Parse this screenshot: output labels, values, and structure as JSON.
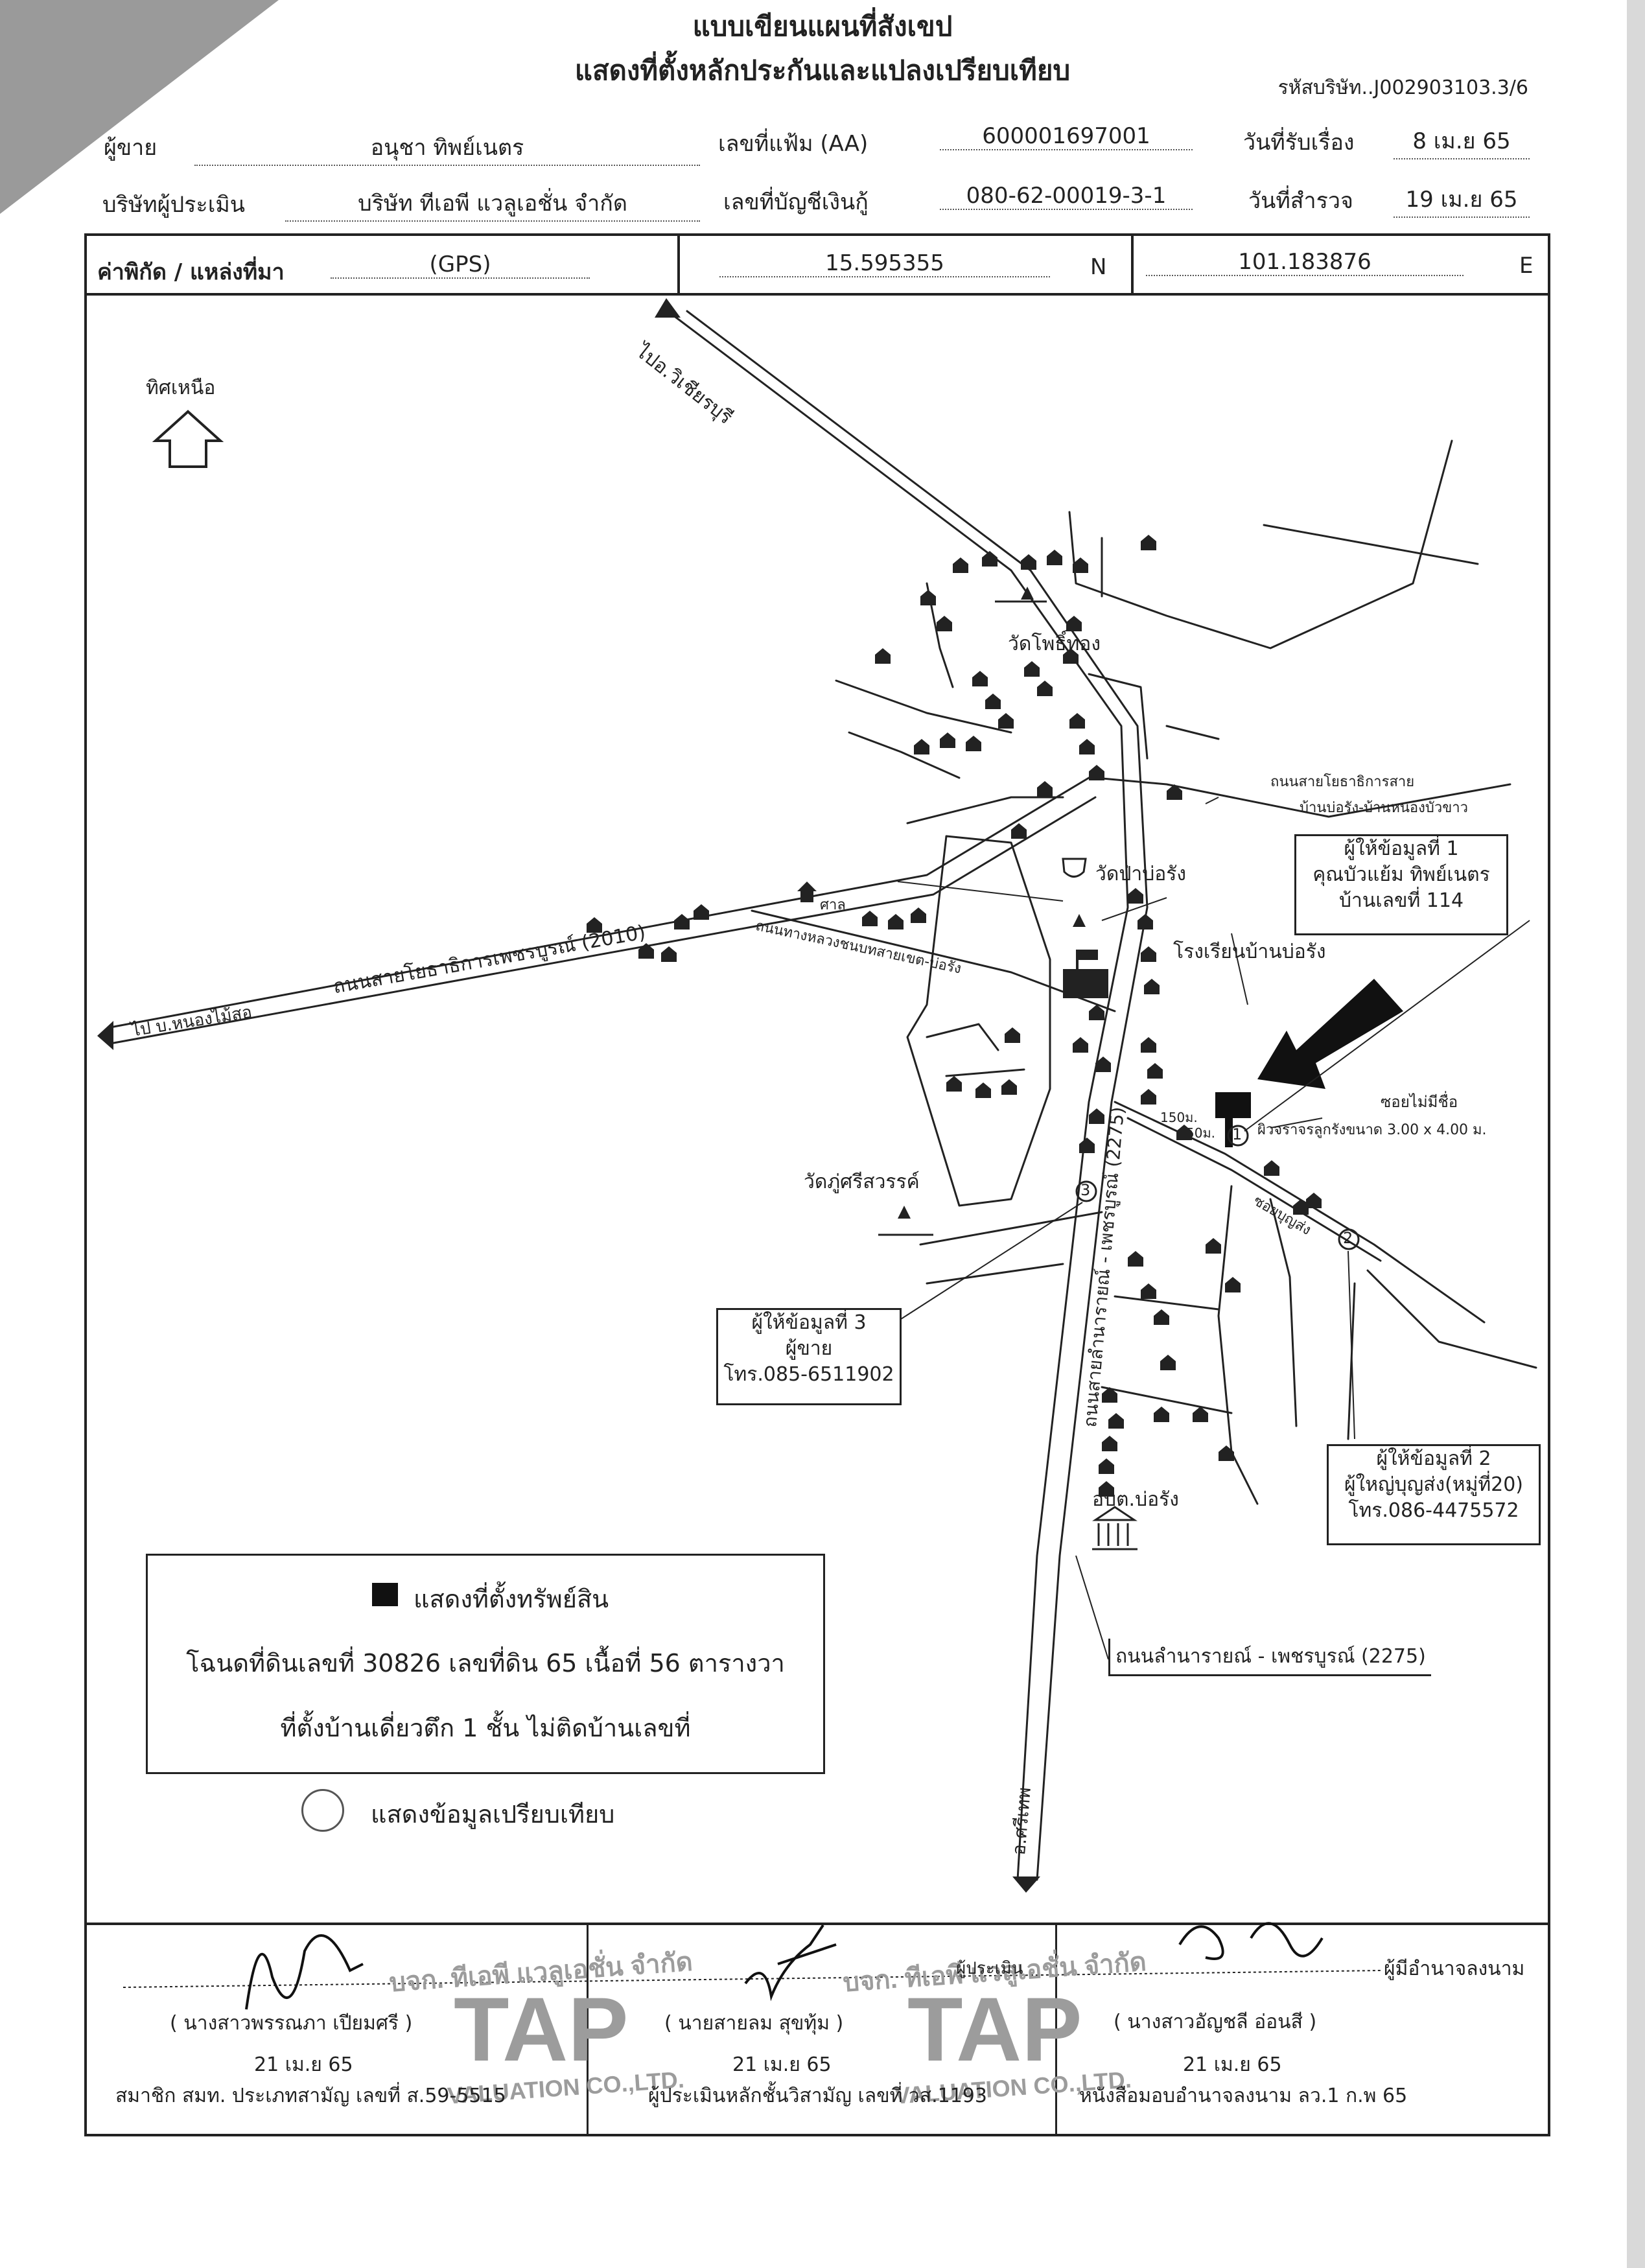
{
  "header": {
    "title_line1": "แบบเขียนแผนที่สังเขป",
    "title_line2": "แสดงที่ตั้งหลักประกันและแปลงเปรียบเทียบ",
    "company_code": "รหัสบริษัท..J002903103.3/6"
  },
  "info": {
    "owner_label": "ผู้ขาย",
    "owner_value": "อนุชา  ทิพย์เนตร",
    "file_no_label": "เลขที่แฟ้ม (AA)",
    "file_no_value": "600001697001",
    "received_label": "วันที่รับเรื่อง",
    "received_value": "8 เม.ย 65",
    "appraiser_label": "บริษัทผู้ประเมิน",
    "appraiser_value": "บริษัท  ทีเอพี  แวลูเอชั่น  จำกัด",
    "loan_label": "เลขที่บัญชีเงินกู้",
    "loan_value": "080-62-00019-3-1",
    "survey_label": "วันที่สำรวจ",
    "survey_value": "19 เม.ย 65"
  },
  "gps": {
    "label": "ค่าพิกัด / แหล่งที่มา",
    "source": "(GPS)",
    "lat": "15.595355",
    "lat_dir": "N",
    "lon": "101.183876",
    "lon_dir": "E"
  },
  "map": {
    "north_label": "ทิศเหนือ",
    "road_to_wichian": "ไปอ.วิเชียรบุรี",
    "road_to_nongmaisor": "ไป บ.หนองไม้สอ",
    "road_2010": "ถนนสายโยธาธิการเพชรบูรณ์ (2010)",
    "road_rural": "ถนนทางหลวงชนบทสายเขต-บ่อรัง",
    "road_yotha_line1": "ถนนสายโยธาธิการสาย",
    "road_yotha_line2": "บ้านบ่อรัง-บ้านหนองบัวขาว",
    "road_2275": "ถนนสายลำนารายณ์ - เพชรบูรณ์ (2275)",
    "road_2275_bottom": "ถนนลำนารายณ์ - เพชรบูรณ์ (2275)",
    "road_to_sithep": "อ.ศรีเทพ",
    "wat_phothong": "วัดโพธิ์ทอง",
    "wat_pabor": "วัดป่าบ่อรัง",
    "wat_phusri": "วัดภู่ศรีสวรรค์",
    "school": "โรงเรียนบ้านบ่อรัง",
    "sala": "ศาล",
    "obt": "อบต.บ่อรัง",
    "soi_unnamed": "ซอยไม่มีชื่อ",
    "road_surface": "ผิวจราจรลูกรังขนาด 3.00 x 4.00 ม.",
    "soi_name": "ซอยบุญส่ง",
    "dist_150": "150ม.",
    "dist_50": "50ม.",
    "marker_1": "①",
    "marker_2": "②",
    "marker_3": "③",
    "informant1_line1": "ผู้ให้ข้อมูลที่ 1",
    "informant1_line2": "คุณบัวแย้ม ทิพย์เนตร",
    "informant1_line3": "บ้านเลขที่ 114",
    "informant2_line1": "ผู้ให้ข้อมูลที่ 2",
    "informant2_line2": "ผู้ใหญ่บุญส่ง(หมู่ที่20)",
    "informant2_line3": "โทร.086-4475572",
    "informant3_line1": "ผู้ให้ข้อมูลที่ 3",
    "informant3_line2": "ผู้ขาย",
    "informant3_line3": "โทร.085-6511902"
  },
  "legend": {
    "property_label": "แสดงที่ตั้งทรัพย์สิน",
    "deed_line": "โฉนดที่ดินเลขที่ 30826 เลขที่ดิน 65 เนื้อที่ 56 ตารางวา",
    "building_line": "ที่ตั้งบ้านเดี่ยวตึก 1 ชั้น ไม่ติดบ้านเลขที่",
    "comparison_label": "แสดงข้อมูลเปรียบเทียบ"
  },
  "signatures": {
    "authorized_label": "ผู้มีอำนาจลงนาม",
    "appraiser_label": "ผู้ประเมิน",
    "person1_name": "( นางสาวพรรณภา เปียมศรี )",
    "person1_date": "21 เม.ย 65",
    "person1_cert": "สมาชิก สมท. ประเภทสามัญ เลขที่ ส.59-5515",
    "person2_name": "( นายสายลม  สุขทุ้ม )",
    "person2_date": "21 เม.ย 65",
    "person2_cert": "ผู้ประเมินหลักชั้นวิสามัญ เลขที่ วส.1193",
    "person3_name": "( นางสาวอัญชลี อ่อนสี )",
    "person3_date": "21 เม.ย 65",
    "person3_cert": "หนังสือมอบอำนาจลงนาม ลว.1 ก.พ 65",
    "stamp_top": "บจก. ทีเอพี แวลูเอชั่น จำกัด",
    "stamp_big": "TAP",
    "stamp_bottom": "VALUATION CO.,LTD."
  },
  "colors": {
    "ink": "#222222",
    "stamp": "#9c9c9c",
    "corner_fold": "#9a9a9a"
  }
}
